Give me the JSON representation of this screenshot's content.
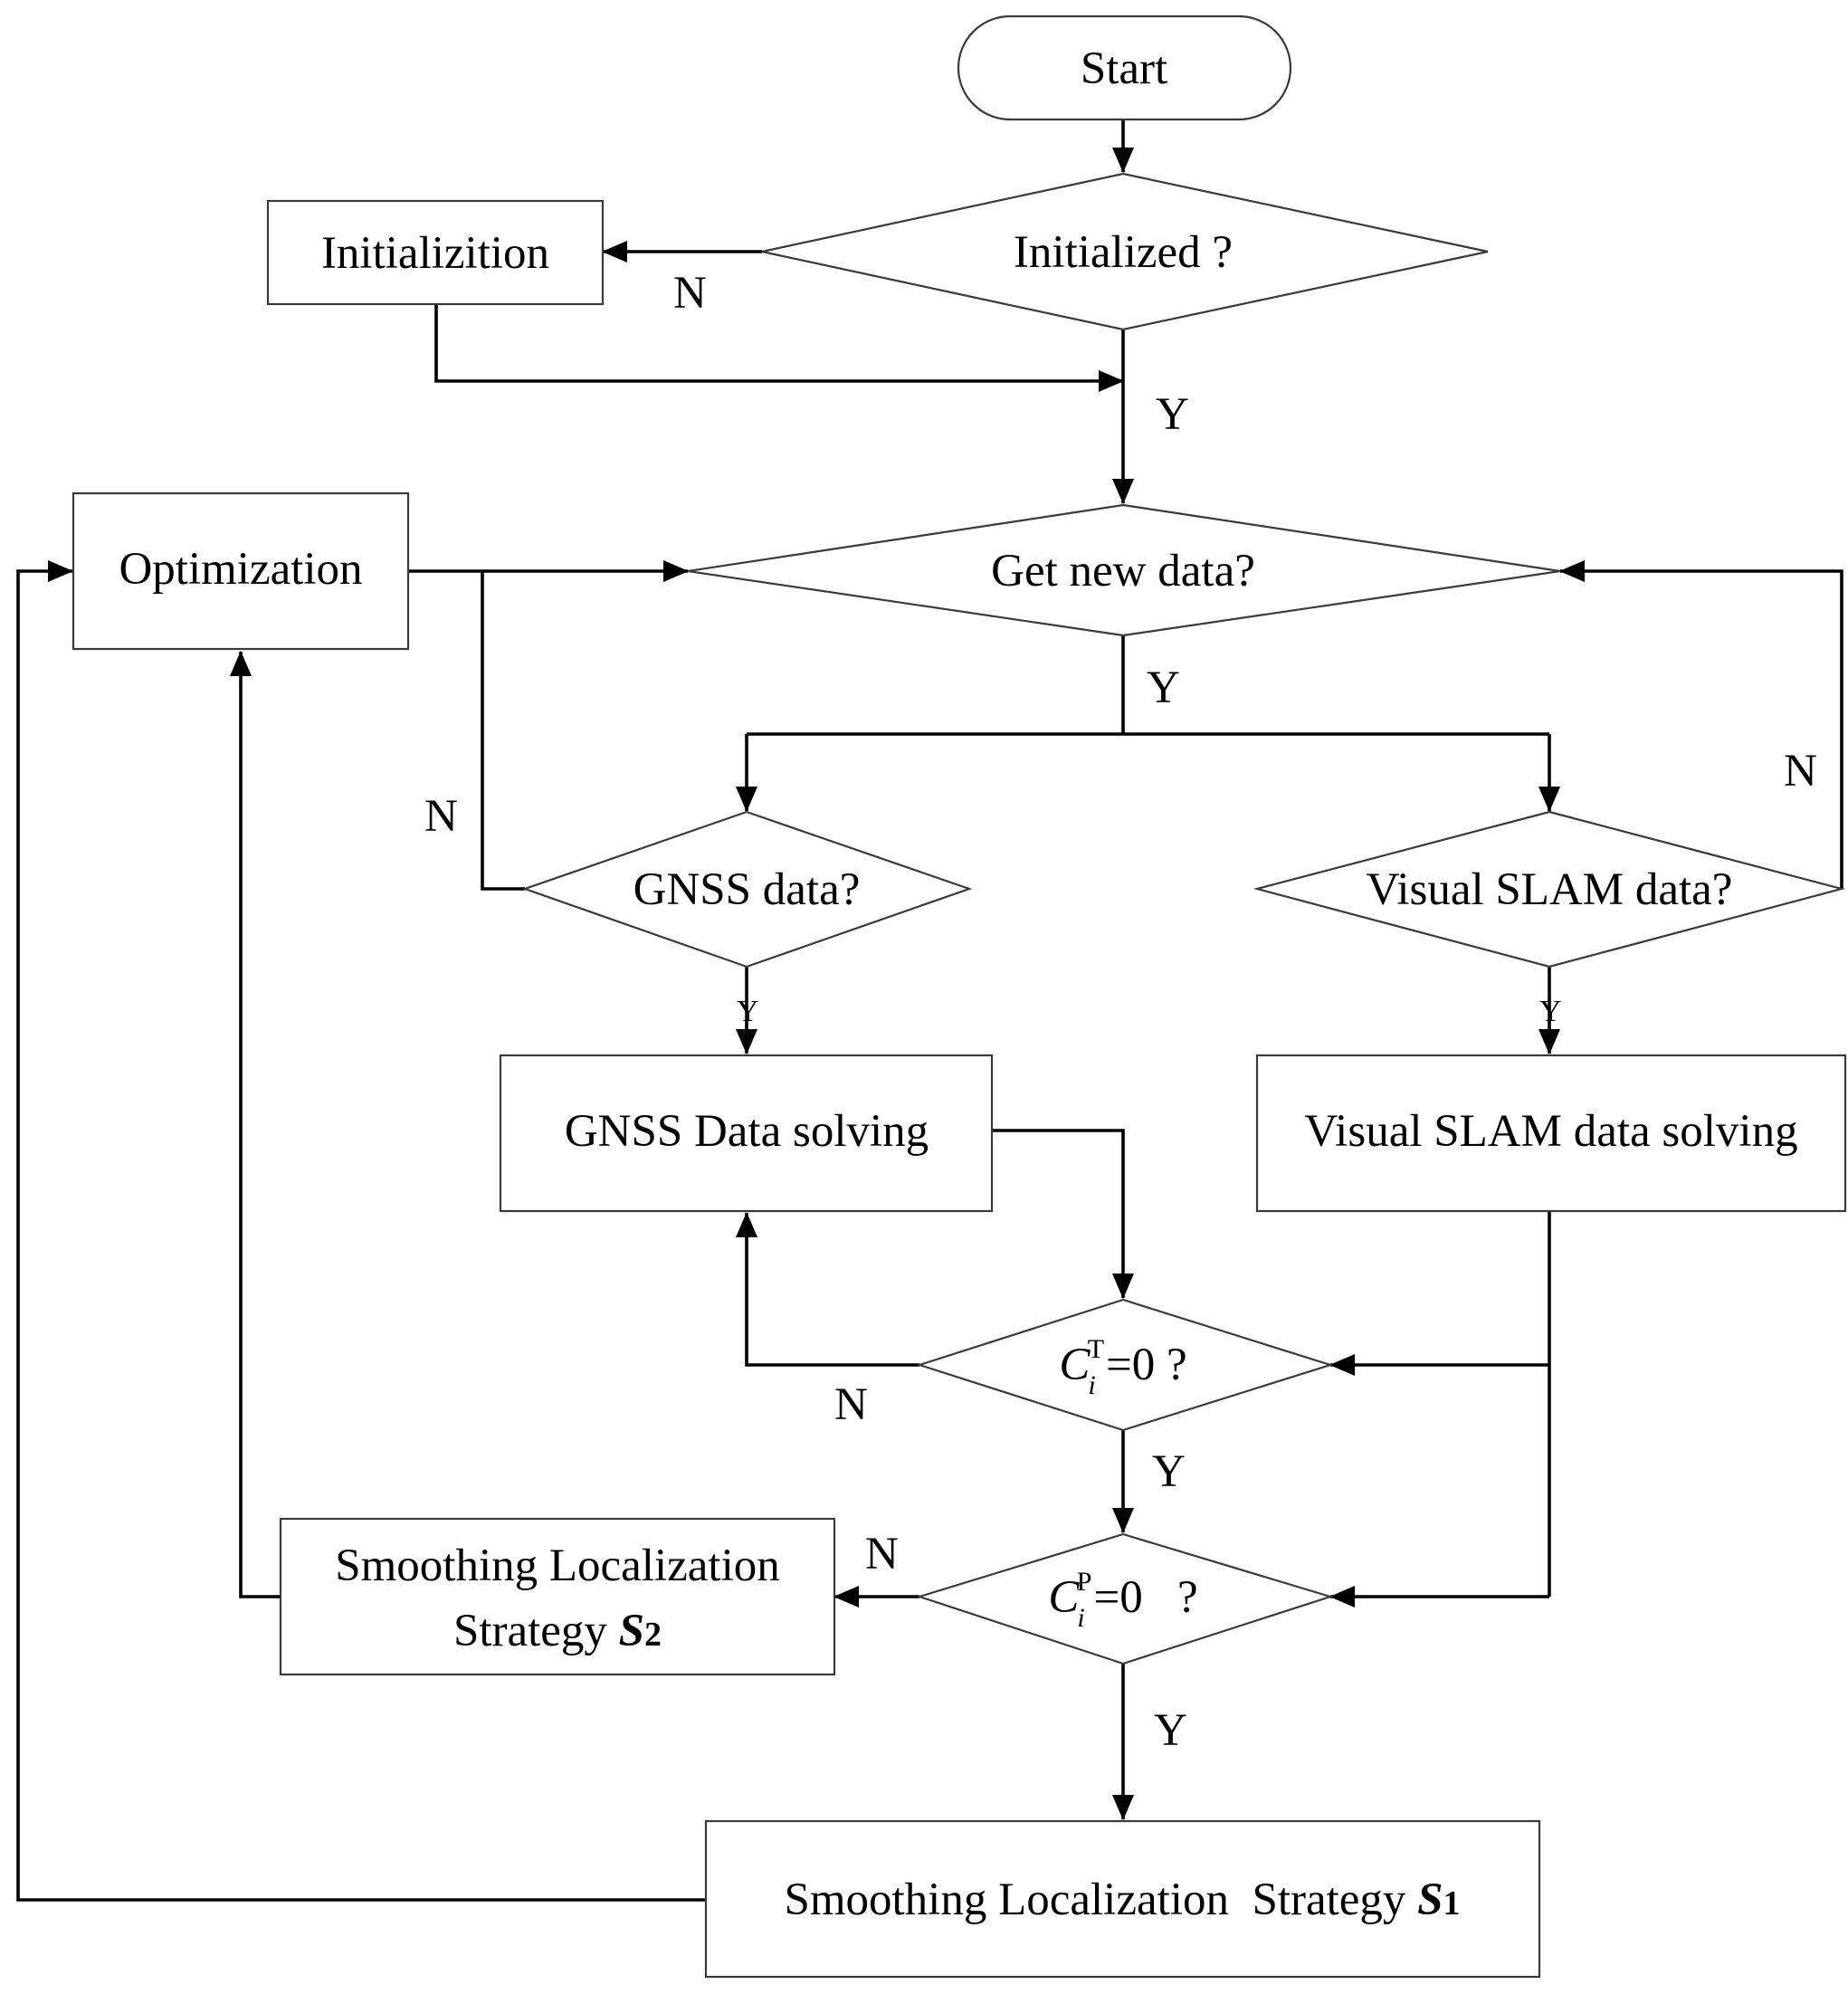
{
  "nodes": {
    "start": "Start",
    "initialized_q": "Initialized ?",
    "initialization": "Initializition",
    "optimization": "Optimization",
    "get_new_data_q": "Get new data?",
    "gnss_data_q": "GNSS data?",
    "visual_slam_data_q": "Visual SLAM data?",
    "gnss_solving": "GNSS Data solving",
    "visual_slam_solving": "Visual SLAM data solving",
    "ct_check": {
      "symbol": "C",
      "superscript": "T",
      "subscript": "i",
      "condition": "=0 ?"
    },
    "cp_check": {
      "symbol": "C",
      "superscript": "P",
      "subscript": "i",
      "condition": "=0   ?"
    },
    "strategy_s2": {
      "line1": "Smoothing Localization",
      "line2": "Strategy ",
      "symbol": "S",
      "index": "2"
    },
    "strategy_s1": {
      "text": "Smoothing Localization  Strategy ",
      "symbol": "S",
      "index": "1"
    }
  },
  "branch_labels": {
    "yes": "Y",
    "no": "N"
  }
}
